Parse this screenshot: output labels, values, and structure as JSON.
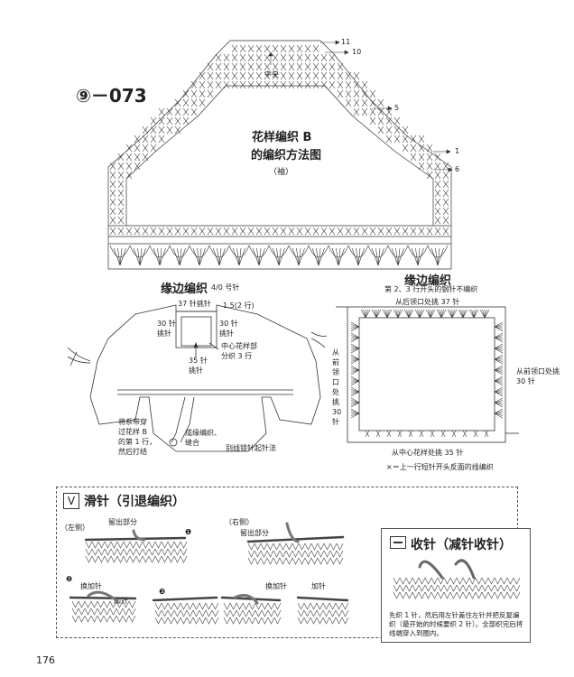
{
  "pattern_id": "⑨－073",
  "top_chart": {
    "title_line1": "花样编织 B",
    "title_line2": "的编织方法图",
    "title_line3": "（袖）",
    "center_label": "中央",
    "row_numbers": [
      "11",
      "10",
      "5",
      "1",
      "6"
    ]
  },
  "edging_left": {
    "title": "缘边编织",
    "needle": "4/0 号针",
    "label_37": "37 针挑针",
    "label_15": "1.5(2 行)",
    "label_30_left": "30 针\n挑针",
    "label_30_right": "30 针\n挑针",
    "label_center": "中心花样部\n分织 3 行",
    "label_35": "35 针\n挑针",
    "label_tie": "将系带穿\n过花样 B\n的第 1 行，\n然后打结",
    "label_ribbon": "成缘编织、\n缝合",
    "label_other": "别线锁针起针法"
  },
  "edging_right": {
    "title": "缘边编织",
    "subtitle": "第 2、3 行开头的钢针不编织",
    "top_label": "从后领口处挑 37 针",
    "left_label": "从前领口处挑 30 针",
    "right_label": "从前领口处挑 30 针",
    "bottom_label": "从中心花样处挑 35 针",
    "note": "×＝上一行短针开头反面的线编织"
  },
  "slip_box": {
    "title": "滑针（引退编织）",
    "left_label": "（左侧）",
    "right_label": "（右侧）",
    "remain_left": "留出部分",
    "remain_right": "留出部分",
    "step1": "❶",
    "step2": "❷",
    "step3": "❸",
    "swap": "换加针",
    "add": "加针",
    "swap_r": "换加针",
    "add_r": "加针"
  },
  "dec_box": {
    "title": "收针（减针收针）",
    "caption": "先织 1 针，然后用左针盖住左针并把反复编织（最开始的时候要织 2 针）。全部织完后将线端穿入到圈内。"
  },
  "page_number": "176"
}
